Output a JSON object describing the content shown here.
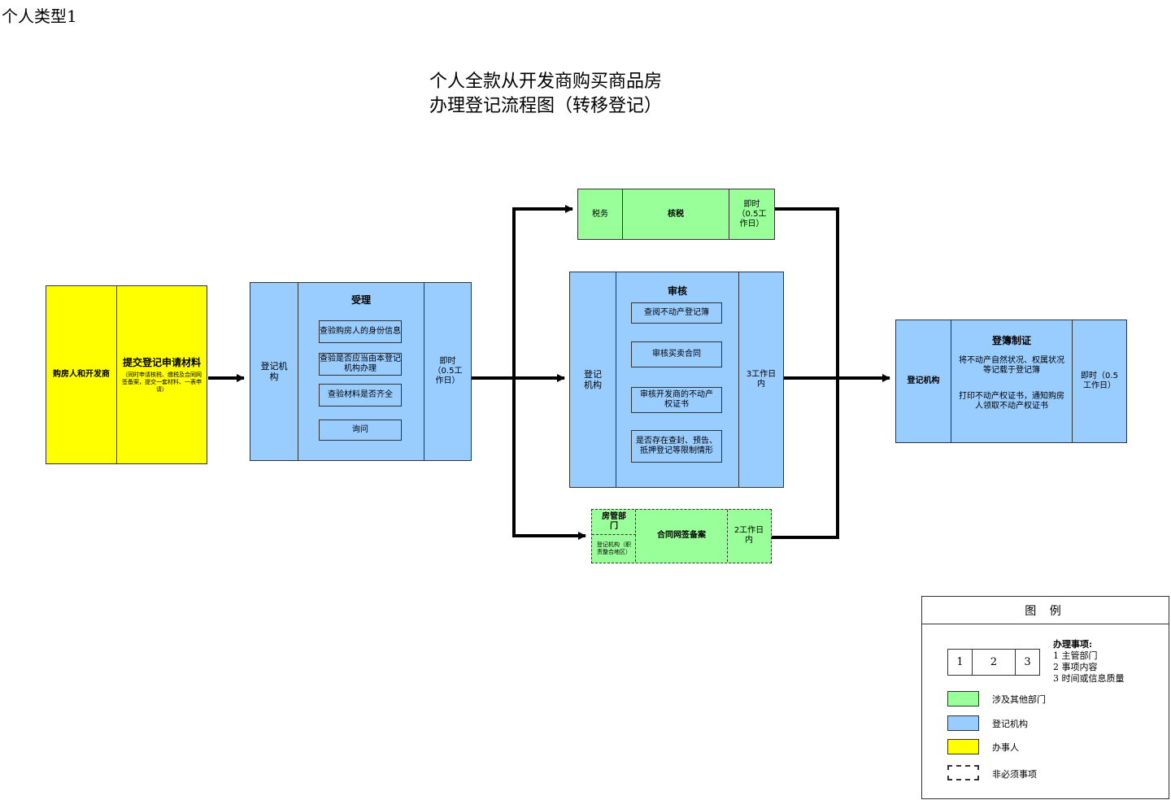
{
  "header": {
    "label": "个人类型1"
  },
  "title": {
    "line1": "个人全款从开发商购买商品房",
    "line2": "办理登记流程图（转移登记）"
  },
  "step1": {
    "party": "购房人和开发商",
    "title": "提交登记申请材料",
    "note": "（同时申请核税、缴税及合同网签备案，提交一套材料、一表申请）"
  },
  "step2": {
    "dept": "登记机构",
    "title": "受理",
    "items": [
      "查验购房人的身份信息",
      "查验是否应当由本登记机构办理",
      "查验材料是否齐全",
      "询问"
    ],
    "time": "即时（0.5工作日）"
  },
  "tax": {
    "dept": "税务",
    "task": "核税",
    "time": "即时（0.5工作日）"
  },
  "review": {
    "dept": "登记机构",
    "title": "审核",
    "items": [
      "查阅不动产登记簿",
      "审核买卖合同",
      "审核开发商的不动产权证书",
      "是否存在查封、预告、抵押登记等限制情形"
    ],
    "time": "3工作日内"
  },
  "housing": {
    "dept": "房管部门",
    "subdept": "登记机构（职责整合地区）",
    "task": "合同网签备案",
    "time": "2工作日内"
  },
  "final": {
    "dept": "登记机构",
    "title": "登簿制证",
    "desc1": "将不动产自然状况、权属状况等记载于登记簿",
    "desc2": "打印不动产权证书，通知购房人领取不动产权证书",
    "time": "即时（0.5工作日）"
  },
  "legend": {
    "title": "图 例",
    "n1": "1",
    "n2": "2",
    "n3": "3",
    "key_title": "办理事项:",
    "key1": "1 主管部门",
    "key2": "2 事项内容",
    "key3": "3 时间或信息质量",
    "green": "涉及其他部门",
    "blue": "登记机构",
    "yellow": "办事人",
    "dashed": "非必须事项",
    "colors": {
      "green": "#99ff99",
      "blue": "#99ccff",
      "yellow": "#ffff00"
    }
  }
}
